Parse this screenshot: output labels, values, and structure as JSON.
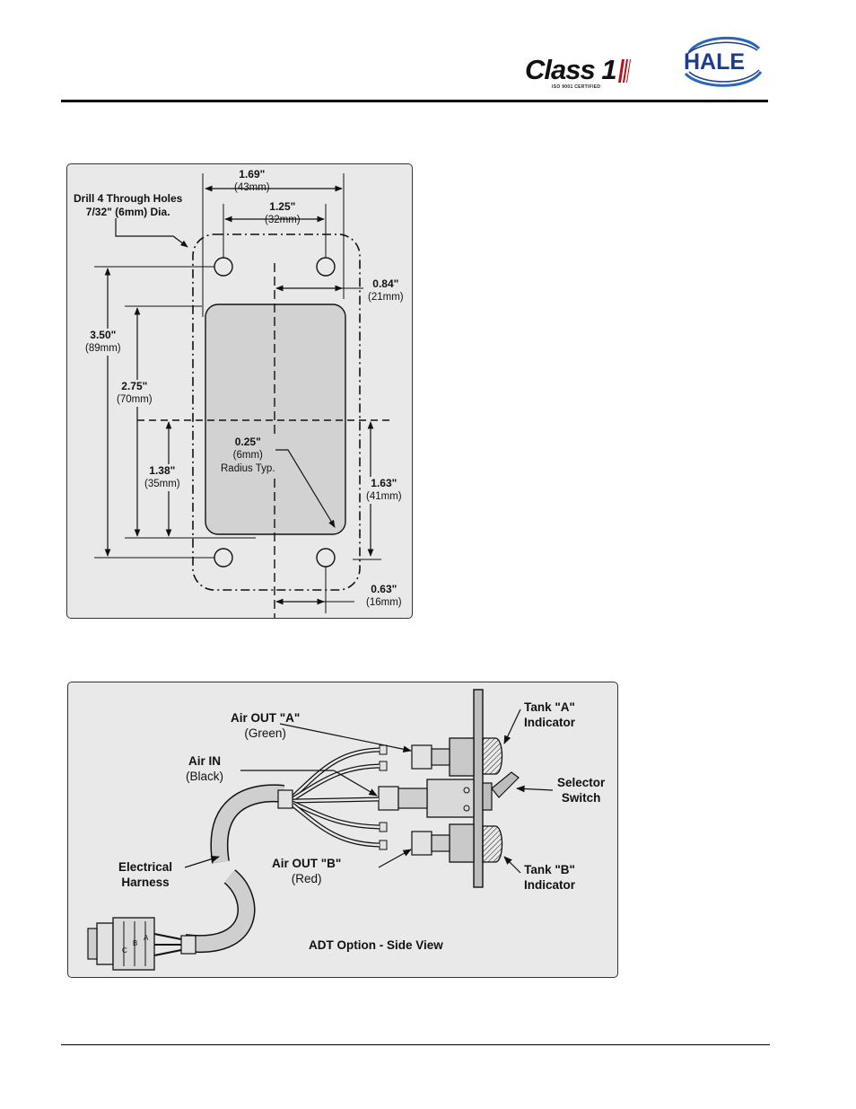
{
  "header": {
    "class1_logo_text": "Class 1",
    "class1_cert_text": "ISO 9001 CERTIFIED",
    "hale_logo_text": "HALE"
  },
  "figure1": {
    "drill_note": {
      "line1": "Drill 4 Through Holes",
      "line2": "7/32\" (6mm) Dia."
    },
    "dim_1_69": {
      "in": "1.69\"",
      "mm": "(43mm)"
    },
    "dim_1_25": {
      "in": "1.25\"",
      "mm": "(32mm)"
    },
    "dim_0_84": {
      "in": "0.84\"",
      "mm": "(21mm)"
    },
    "dim_3_50": {
      "in": "3.50\"",
      "mm": "(89mm)"
    },
    "dim_2_75": {
      "in": "2.75\"",
      "mm": "(70mm)"
    },
    "dim_1_38": {
      "in": "1.38\"",
      "mm": "(35mm)"
    },
    "dim_radius": {
      "in": "0.25\"",
      "mm": "(6mm)",
      "note": "Radius Typ."
    },
    "dim_1_63": {
      "in": "1.63\"",
      "mm": "(41mm)"
    },
    "dim_0_63": {
      "in": "0.63\"",
      "mm": "(16mm)"
    }
  },
  "figure2": {
    "air_out_a": {
      "title": "Air OUT \"A\"",
      "color": "(Green)"
    },
    "air_in": {
      "title": "Air IN",
      "color": "(Black)"
    },
    "tank_a": {
      "line1": "Tank \"A\"",
      "line2": "Indicator"
    },
    "selector": {
      "line1": "Selector",
      "line2": "Switch"
    },
    "electrical": {
      "line1": "Electrical",
      "line2": "Harness"
    },
    "air_out_b": {
      "title": "Air OUT \"B\"",
      "color": "(Red)"
    },
    "tank_b": {
      "line1": "Tank \"B\"",
      "line2": "Indicator"
    },
    "caption": "ADT Option - Side View",
    "connector_pins": [
      "A",
      "B",
      "C"
    ]
  }
}
